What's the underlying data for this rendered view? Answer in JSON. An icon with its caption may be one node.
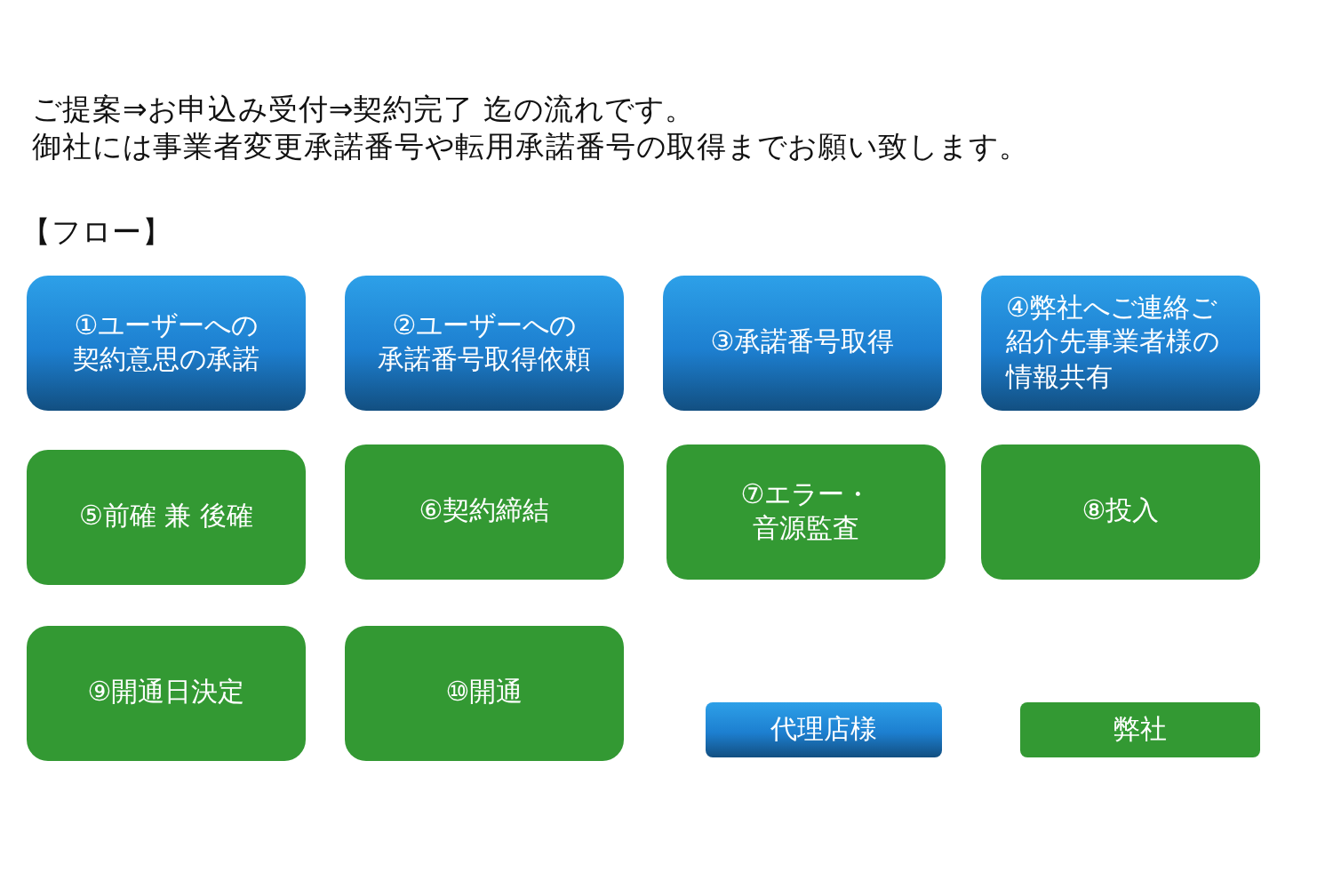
{
  "diagram": {
    "nodes": [
      {
        "text": [
          "①ユーザーへの契約意思の承諾"
        ]
      },
      {
        "text": [
          "②ユーザーへの承諾番号取得依頼"
        ]
      },
      {
        "text": [
          "③承諾番号取得"
        ]
      },
      {
        "text": [
          "④弊社へご連絡ご紹介先事業者様の情報共有"
        ]
      },
      {
        "text": [
          "⑤前確 兼 後確"
        ]
      },
      {
        "text": [
          "⑥契約締結"
        ]
      },
      {
        "text": [
          "⑦エラー・音源監査"
        ]
      },
      {
        "text": [
          "⑧投入"
        ]
      },
      {
        "text": [
          "⑨開通日決定"
        ]
      },
      {
        "text": [
          "⑩開通"
        ]
      }
    ],
    "edges": [],
    "labels": [
      "ご提案⇒お申込み受付⇒契約完了 迄の流れです。",
      "御社には事業者変更承諾番号や転用承諾番号の取得までお願い致します。",
      "【フロー】"
    ],
    "legend": [
      {
        "text": "代理店様",
        "color": "#1d7fd0"
      },
      {
        "text": "弊社",
        "color": "#339933"
      }
    ]
  }
}
